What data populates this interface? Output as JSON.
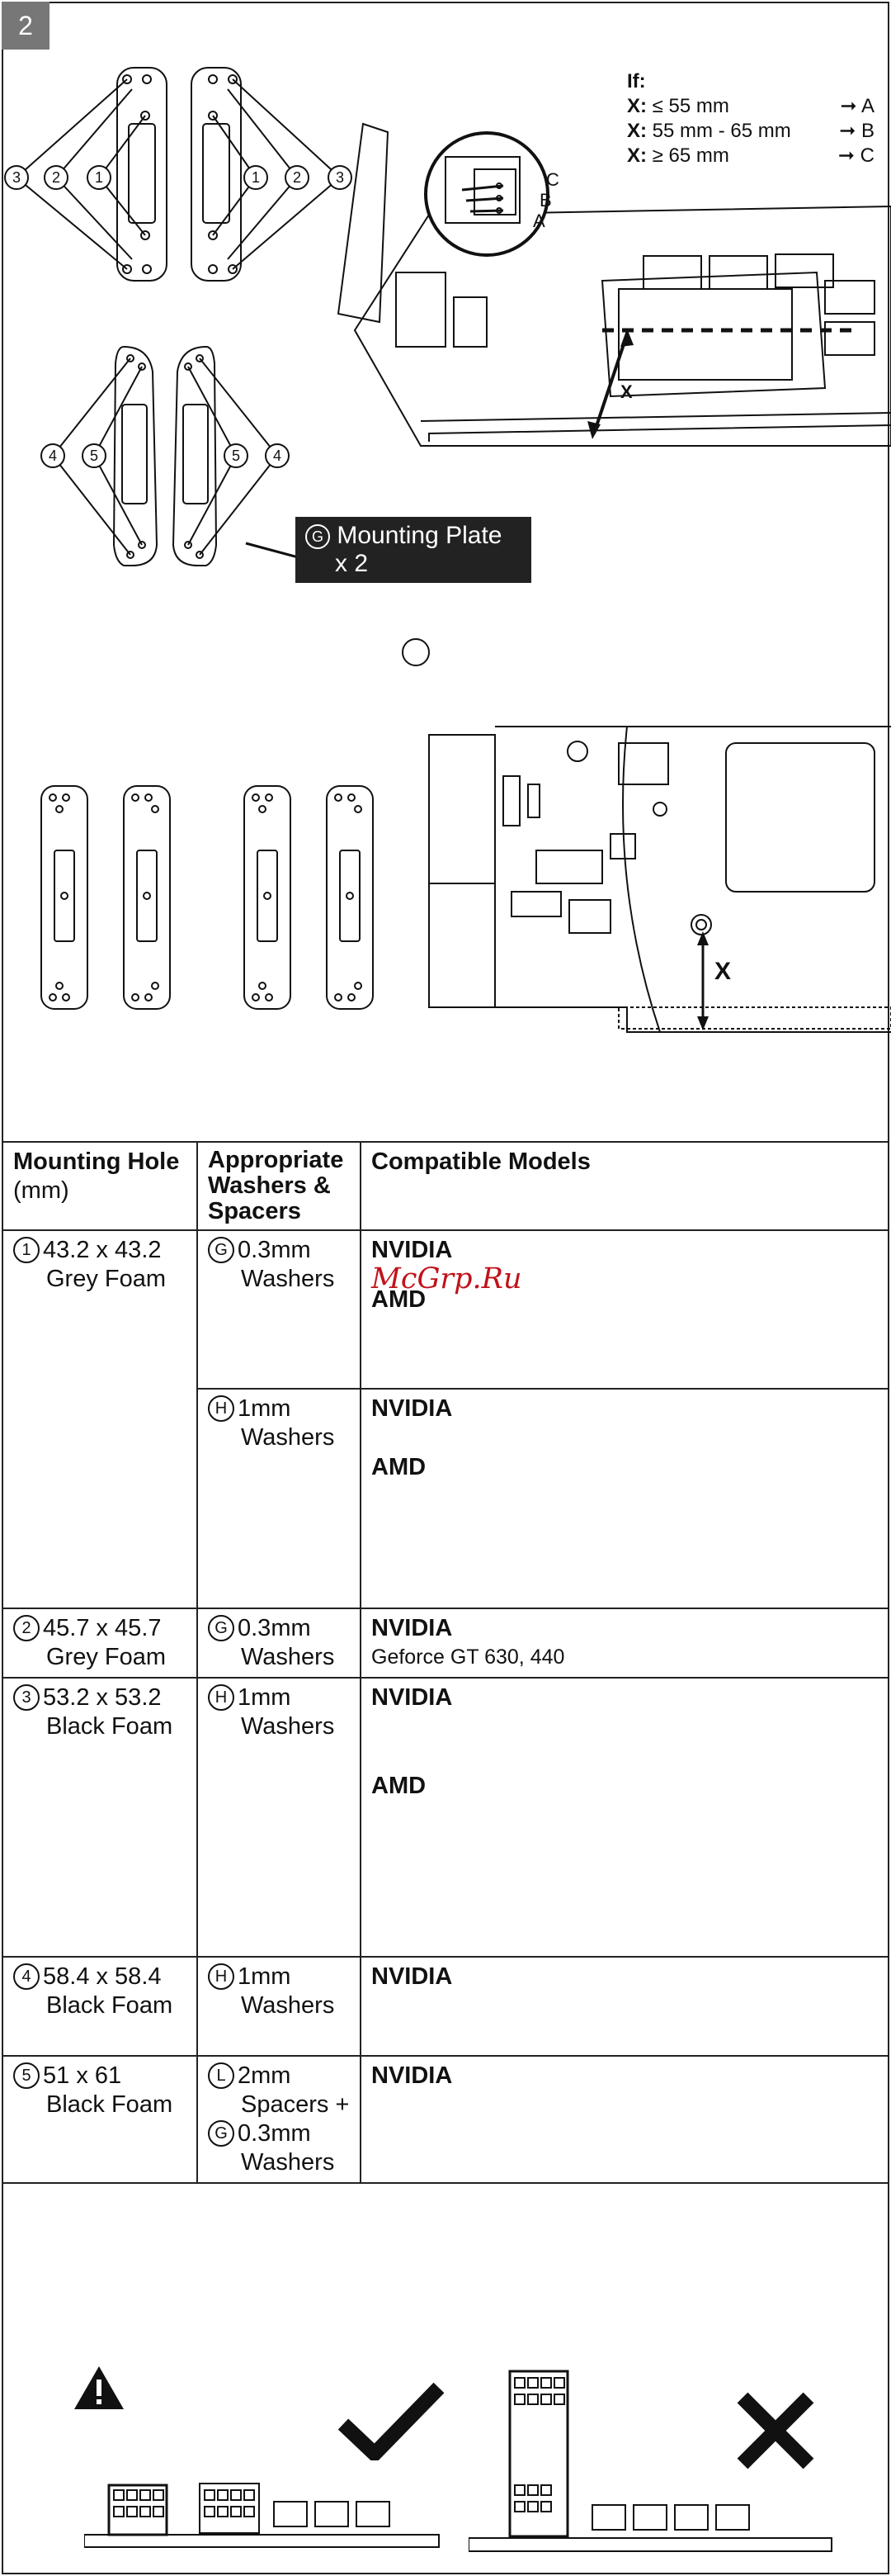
{
  "step": "2",
  "legend": {
    "title": "If:",
    "rows": [
      {
        "var": "X:",
        "cond": "≤ 55 mm",
        "result": "A"
      },
      {
        "var": "X:",
        "cond": "55 mm - 65 mm",
        "result": "B"
      },
      {
        "var": "X:",
        "cond": "≥ 65 mm",
        "result": "C"
      }
    ]
  },
  "zoom_labels": {
    "c": "C",
    "b": "B",
    "a": "A"
  },
  "measure_label": "X",
  "callout": {
    "symbol": "G",
    "line1": "Mounting Plate",
    "line2": "x 2"
  },
  "hole_numbers": {
    "one": "1",
    "two": "2",
    "three": "3",
    "four": "4",
    "five": "5"
  },
  "table": {
    "headers": {
      "hole": "Mounting Hole",
      "hole_unit": "(mm)",
      "washers": "Appropriate Washers & Spacers",
      "models": "Compatible Models"
    },
    "rows": [
      {
        "num": "1",
        "size": "43.2 x 43.2",
        "foam": "Grey Foam",
        "washer_sym": "G",
        "washer_a": "0.3mm",
        "washer_b": "Washers",
        "brand_1": "NVIDIA",
        "watermark": "McGrp.Ru",
        "brand_2": "AMD"
      },
      {
        "washer_sym": "H",
        "washer_a": "1mm",
        "washer_b": "Washers",
        "brand_1": "NVIDIA",
        "brand_2": "AMD"
      },
      {
        "num": "2",
        "size": "45.7 x 45.7",
        "foam": "Grey Foam",
        "washer_sym": "G",
        "washer_a": "0.3mm",
        "washer_b": "Washers",
        "brand_1": "NVIDIA",
        "model_1": "Geforce GT 630, 440"
      },
      {
        "num": "3",
        "size": "53.2 x 53.2",
        "foam": "Black Foam",
        "washer_sym": "H",
        "washer_a": "1mm",
        "washer_b": "Washers",
        "brand_1": "NVIDIA",
        "brand_2": "AMD"
      },
      {
        "num": "4",
        "size": "58.4 x 58.4",
        "foam": "Black Foam",
        "washer_sym": "H",
        "washer_a": "1mm",
        "washer_b": "Washers",
        "brand_1": "NVIDIA"
      },
      {
        "num": "5",
        "size": "51 x 61",
        "foam": "Black Foam",
        "washer_sym": "L",
        "washer_a": "2mm",
        "washer_b": "Spacers +",
        "washer_sym_2": "G",
        "washer_c": "0.3mm",
        "washer_d": "Washers",
        "brand_1": "NVIDIA"
      }
    ]
  },
  "warning": {
    "icon": "warning-triangle-icon",
    "ok_icon": "checkmark-icon",
    "bad_icon": "cross-icon"
  },
  "colors": {
    "badge": "#777777",
    "callout": "#222222",
    "watermark": "#c0121a"
  }
}
